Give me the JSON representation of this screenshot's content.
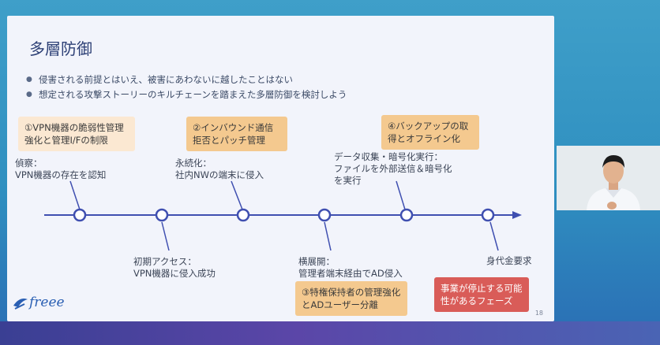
{
  "slide": {
    "title": "多層防御",
    "bullets": [
      "侵害される前提とはいえ、被害にあわないに越したことはない",
      "想定される攻撃ストーリーのキルチェーンを踏まえた多層防御を検討しよう"
    ],
    "page_number": "18",
    "logo_text": "freee"
  },
  "measures": [
    "①VPN機器の脆弱性管理強化と管理I/Fの制限",
    "②インバウンド通信拒否とパッチ管理",
    "③特権保持者の管理強化とADユーザー分離",
    "④バックアップの取得とオフライン化",
    "事業が停止する可能性があるフェーズ"
  ],
  "stages": [
    {
      "title": "偵察：",
      "detail": "VPN機器の存在を認知"
    },
    {
      "title": "初期アクセス：",
      "detail": "VPN機器に侵入成功"
    },
    {
      "title": "永続化：",
      "detail": "社内NWの端末に侵入"
    },
    {
      "title": "横展開：",
      "detail": "管理者端末経由でAD侵入"
    },
    {
      "title": "データ収集・暗号化実行：",
      "detail": "ファイルを外部送信＆暗号化を実行"
    },
    {
      "title": "身代金要求",
      "detail": ""
    }
  ],
  "colors": {
    "timeline": "#3f4fb0",
    "box_light": "#fbe8d2",
    "box_orange": "#f4c98f",
    "box_red": "#d95c58"
  },
  "icons": [
    "freee-logo-icon",
    "presenter-video-icon"
  ]
}
